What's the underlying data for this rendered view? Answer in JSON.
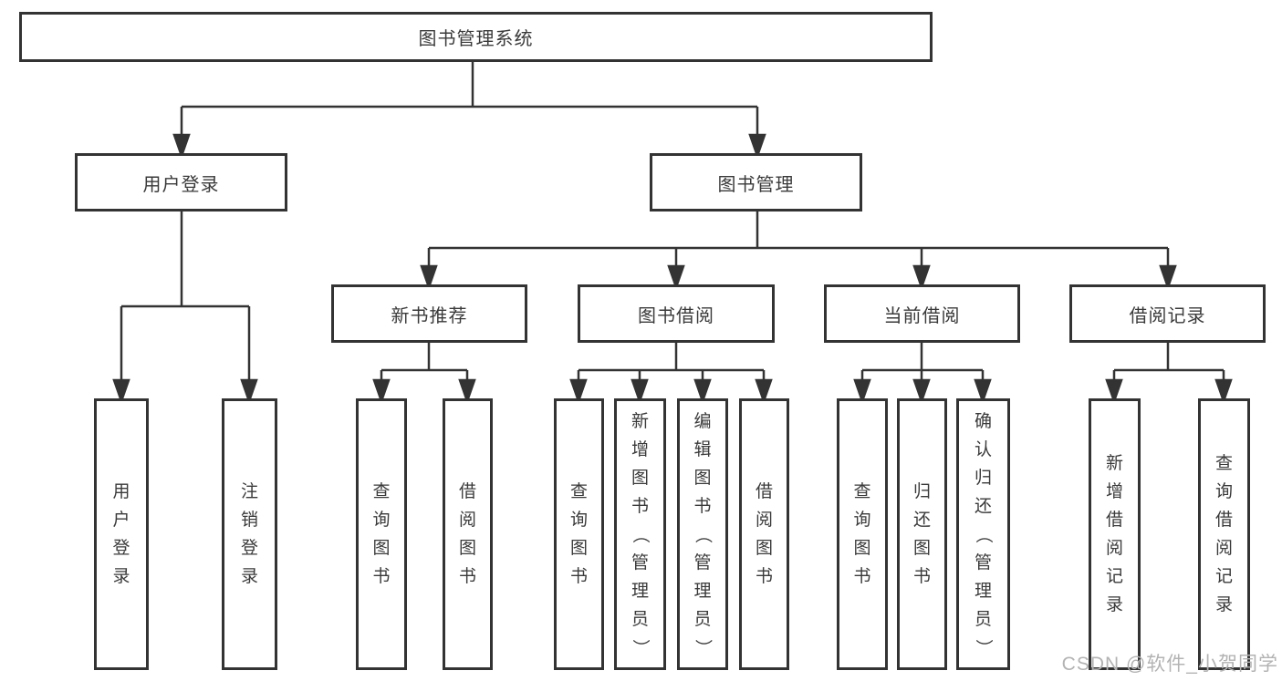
{
  "diagram": {
    "root": {
      "label": "图书管理系统"
    },
    "level2": {
      "user_login": {
        "label": "用户登录"
      },
      "book_mgmt": {
        "label": "图书管理"
      }
    },
    "level3": {
      "new_books": {
        "label": "新书推荐"
      },
      "book_borrow": {
        "label": "图书借阅"
      },
      "current_borrow": {
        "label": "当前借阅"
      },
      "borrow_records": {
        "label": "借阅记录"
      }
    },
    "leaves": {
      "user_login_leaf": {
        "label": "用户登录"
      },
      "logout": {
        "label": "注销登录"
      },
      "nb_query": {
        "label": "查询图书"
      },
      "nb_borrow": {
        "label": "借阅图书"
      },
      "bb_query": {
        "label": "查询图书"
      },
      "bb_add": {
        "label": "新增图书（管理员）"
      },
      "bb_edit": {
        "label": "编辑图书（管理员）"
      },
      "bb_borrow": {
        "label": "借阅图书"
      },
      "cb_query": {
        "label": "查询图书"
      },
      "cb_return": {
        "label": "归还图书"
      },
      "cb_confirm": {
        "label": "确认归还（管理员）"
      },
      "br_add": {
        "label": "新增借阅记录"
      },
      "br_query": {
        "label": "查询借阅记录"
      }
    }
  },
  "watermark": {
    "text": "CSDN @软件_小贺同学"
  },
  "colors": {
    "line": "#333333",
    "text": "#3a3a3a",
    "watermark": "#b3b3b3",
    "background": "#ffffff"
  }
}
